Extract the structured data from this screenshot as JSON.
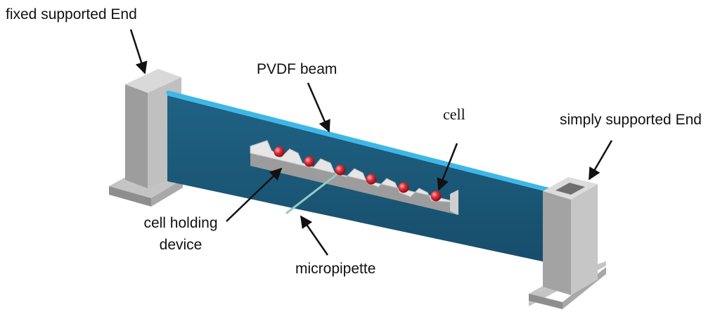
{
  "labels": {
    "fixed_end": "fixed supported End",
    "beam": "PVDF beam",
    "cell": "cell",
    "simply_end": "simply supported End",
    "holder_line1": "cell holding",
    "holder_line2": "device",
    "micropipette": "micropipette"
  },
  "colors": {
    "beam_face": "#1b5677",
    "beam_top_edge": "#3db8e6",
    "support_light": "#b9b9b9",
    "support_mid": "#8f8f8f",
    "support_dark": "#6c6c6c",
    "cell": "#e0303a",
    "holder_top": "#ededed",
    "holder_side": "#b5b5b5",
    "pipette": "#9ad3c8",
    "arrow": "#111111"
  },
  "cells_count": 6
}
